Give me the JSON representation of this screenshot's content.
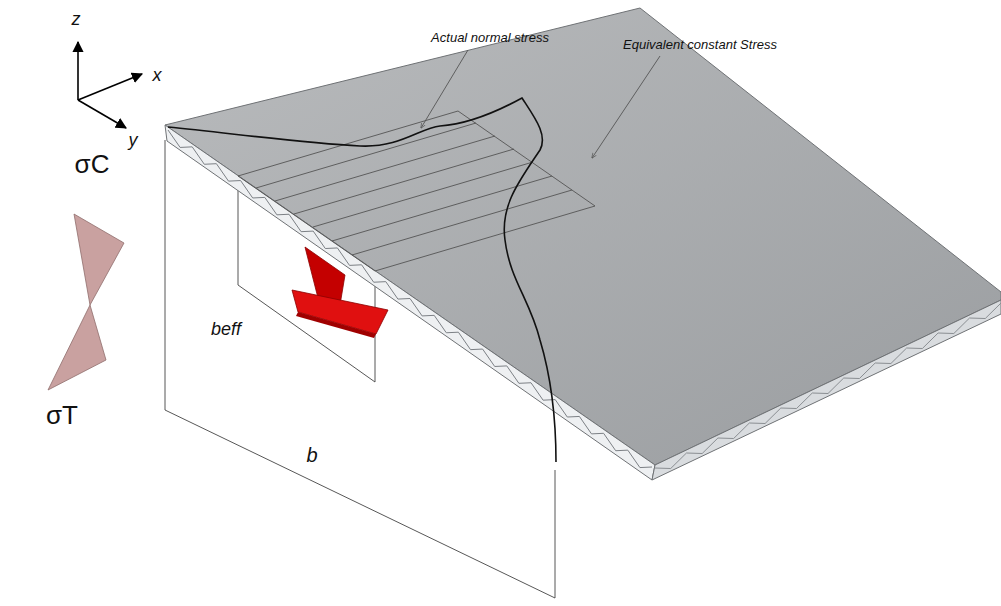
{
  "diagram": {
    "labels": [
      "z",
      "x",
      "y",
      "Actual normal stress",
      "Equivalent constant Stress",
      "σC",
      "σT",
      "beff",
      "b"
    ]
  }
}
